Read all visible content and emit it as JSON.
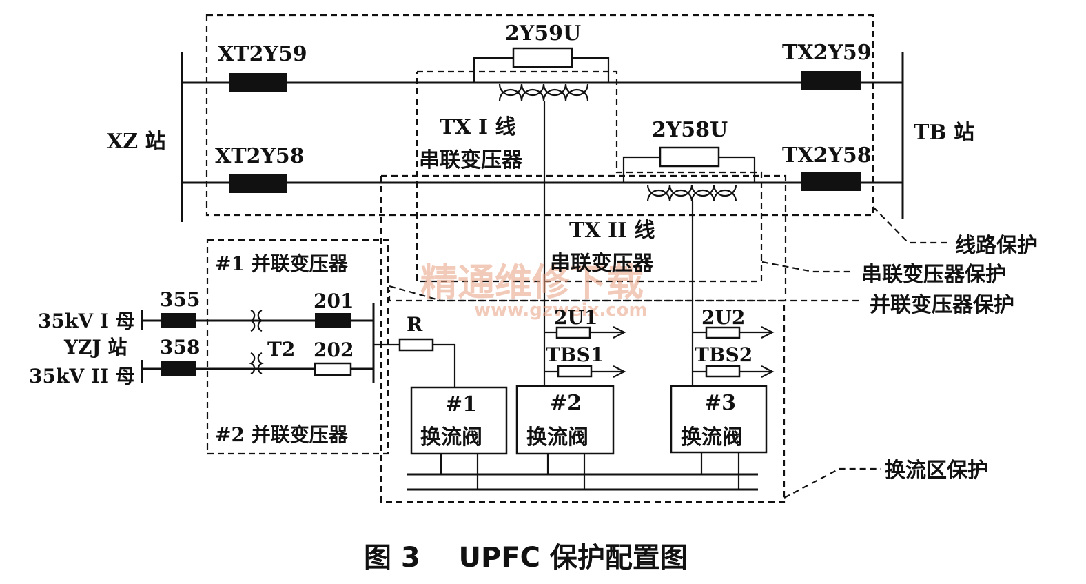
{
  "stations": {
    "xz": "XZ 站",
    "tb": "TB 站",
    "yzj": "YZJ 站"
  },
  "breakers": {
    "xt2y59": "XT2Y59",
    "xt2y58": "XT2Y58",
    "tx2y59": "TX2Y59",
    "tx2y58": "TX2Y58",
    "b2y59u": "2Y59U",
    "b2y58u": "2Y58U",
    "b355": "355",
    "b358": "358",
    "b201": "201",
    "b202": "202"
  },
  "transformers": {
    "tx1_line": "TX I 线",
    "tx1_series": "串联变压器",
    "tx2_line": "TX II 线",
    "tx2_series": "串联变压器",
    "shunt1": "#1 并联变压器",
    "shunt2": "#2 并联变压器",
    "t2": "T2"
  },
  "buses": {
    "bus1": "35kV I 母",
    "bus2": "35kV II 母"
  },
  "converter": {
    "r": "R",
    "u1": "2U1",
    "u2": "2U2",
    "tbs1": "TBS1",
    "tbs2": "TBS2",
    "valve1_num": "#1",
    "valve2_num": "#2",
    "valve3_num": "#3",
    "valve_label": "换流阀"
  },
  "zones": {
    "line_protection": "线路保护",
    "series_protection": "串联变压器保护",
    "shunt_protection": "并联变压器保护",
    "converter_protection": "换流区保护"
  },
  "watermark": {
    "cn": "精通维修下载",
    "url": "www.gzweix.com"
  },
  "caption": "图 3    UPFC 保护配置图"
}
